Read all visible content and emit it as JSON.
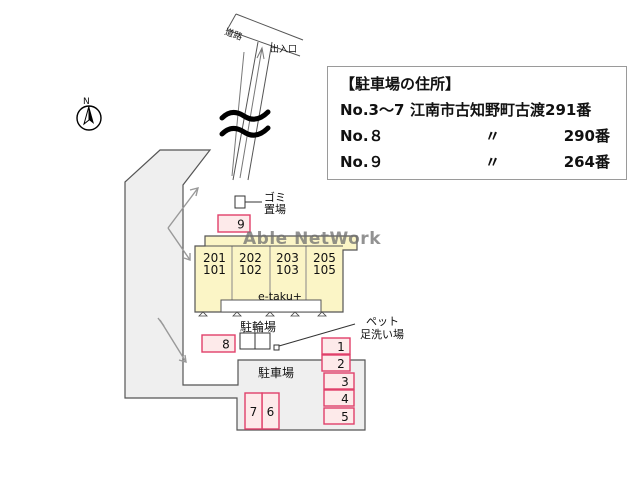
{
  "road": {
    "label": "道路",
    "entrance": "出入口"
  },
  "north_mark": "N",
  "address_box": {
    "title": "【駐車場の住所】",
    "rows": [
      {
        "no": "No.3～7",
        "address": "江南市古知野町古渡291番",
        "ditto": "",
        "number": ""
      },
      {
        "no": "No.８",
        "address": "",
        "ditto": "〃",
        "number": "290番"
      },
      {
        "no": "No.９",
        "address": "",
        "ditto": "〃",
        "number": "264番"
      }
    ]
  },
  "watermark": "Able NetWork",
  "units": {
    "upper": [
      "201",
      "202",
      "203",
      "205"
    ],
    "lower": [
      "101",
      "102",
      "103",
      "105"
    ]
  },
  "labels": {
    "garbage": "ゴミ\n置場",
    "building_name": "e-taku+",
    "bicycle": "駐輪場",
    "pet": "ペット\n足洗い場",
    "parking": "駐車場"
  },
  "parking_spaces": [
    "1",
    "2",
    "3",
    "4",
    "5",
    "6",
    "7",
    "8",
    "9"
  ],
  "colors": {
    "lot": "#efefef",
    "building": "#fbf5c6",
    "parking_fill": "#fdeaea",
    "parking_border": "#e0406a"
  }
}
